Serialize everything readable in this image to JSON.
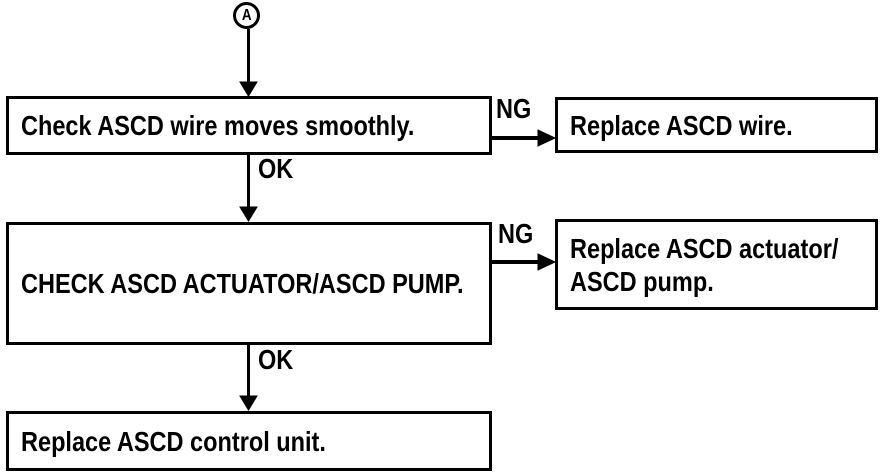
{
  "flowchart": {
    "connector": {
      "label": "A"
    },
    "steps": [
      {
        "id": "check-ascd-wire",
        "text": "Check ASCD wire moves smoothly."
      },
      {
        "id": "check-ascd-actuator-pump",
        "text": "CHECK ASCD ACTUATOR/ASCD PUMP."
      },
      {
        "id": "replace-ascd-control-unit",
        "text": "Replace ASCD control unit."
      }
    ],
    "actions": [
      {
        "id": "replace-ascd-wire",
        "lines": [
          "Replace ASCD wire."
        ]
      },
      {
        "id": "replace-ascd-actuator-pump",
        "lines": [
          "Replace ASCD actuator/",
          "ASCD pump."
        ]
      }
    ],
    "edges": [
      {
        "from": "connector-a",
        "to": "check-ascd-wire"
      },
      {
        "from": "check-ascd-wire",
        "to": "replace-ascd-wire",
        "label": "NG"
      },
      {
        "from": "check-ascd-wire",
        "to": "check-ascd-actuator-pump",
        "label": "OK"
      },
      {
        "from": "check-ascd-actuator-pump",
        "to": "replace-ascd-actuator-pump",
        "label": "NG"
      },
      {
        "from": "check-ascd-actuator-pump",
        "to": "replace-ascd-control-unit",
        "label": "OK"
      }
    ],
    "colors": {
      "line": "#000000",
      "background": "#ffffff"
    }
  }
}
